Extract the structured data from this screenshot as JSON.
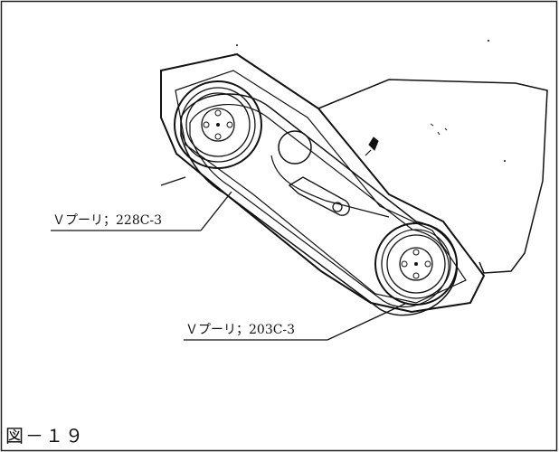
{
  "figure": {
    "caption": "図－１９",
    "callouts": [
      {
        "text": "Ｖプーリ；228C-3"
      },
      {
        "text": "Ｖプーリ；203C-3"
      }
    ]
  }
}
